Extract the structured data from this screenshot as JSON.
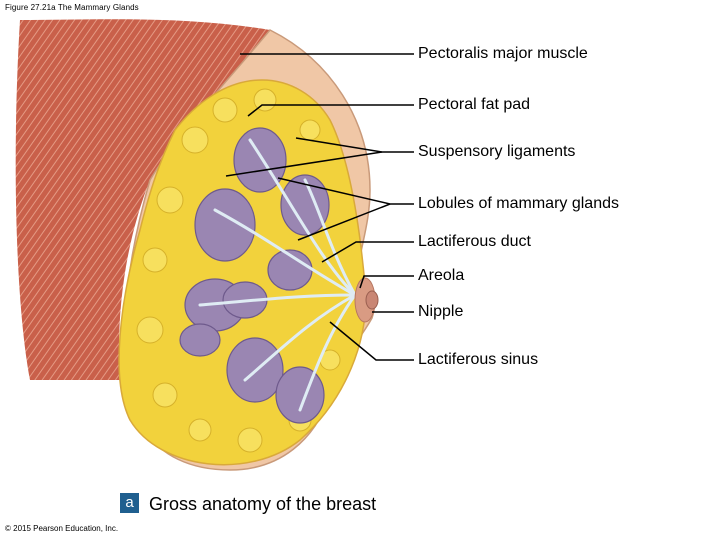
{
  "figure_caption": "Figure 27.21a The Mammary Glands",
  "copyright": "© 2015 Pearson Education, Inc.",
  "panel": {
    "letter": "a",
    "title": "Gross anatomy of the breast"
  },
  "labels": [
    "Pectoralis major muscle",
    "Pectoral fat pad",
    "Suspensory ligaments",
    "Lobules of mammary glands",
    "Lactiferous duct",
    "Areola",
    "Nipple",
    "Lactiferous sinus"
  ],
  "colors": {
    "muscle": "#c9604a",
    "skin": "#f0c7a6",
    "fat": "#f2d23c",
    "lobule": "#9a86b2",
    "duct": "#b9d4e4",
    "badge": "#1f5f8f"
  }
}
